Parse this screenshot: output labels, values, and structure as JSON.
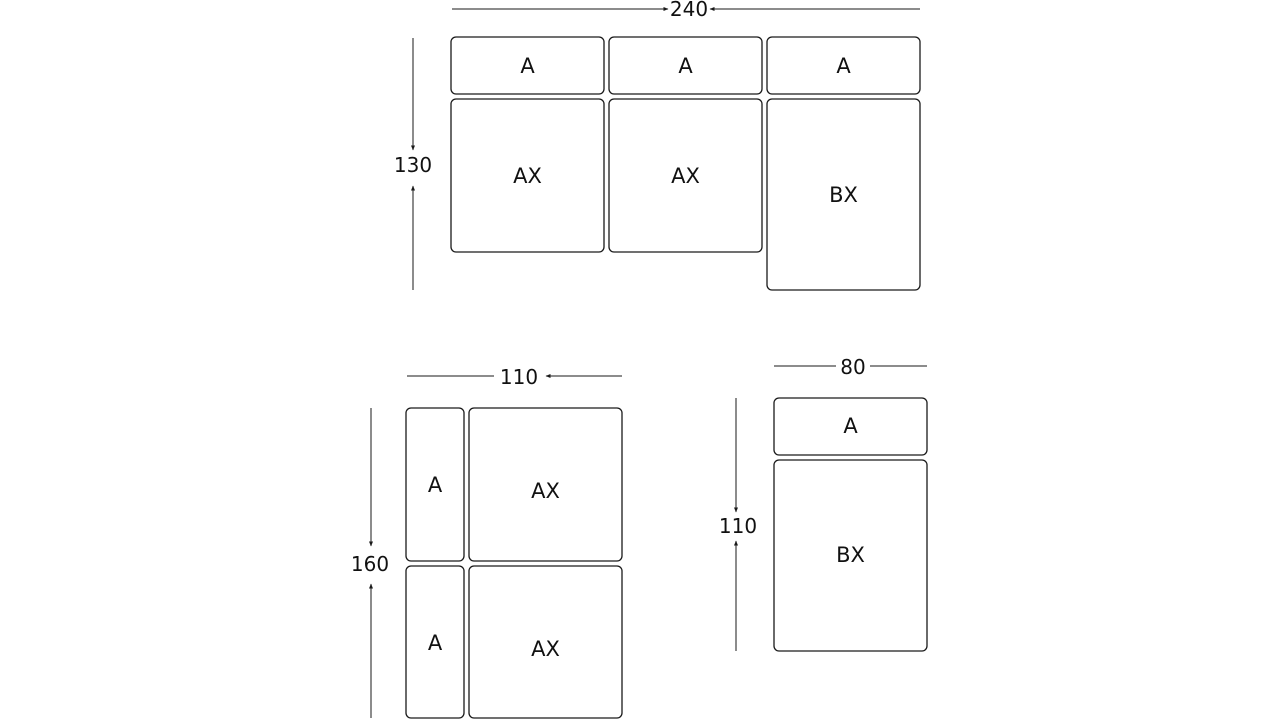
{
  "diagrams": [
    {
      "width_label": "240",
      "height_label": "130",
      "modules": [
        "A",
        "A",
        "A",
        "AX",
        "AX",
        "BX"
      ]
    },
    {
      "width_label": "110",
      "height_label": "160",
      "modules": [
        "A",
        "AX",
        "A",
        "AX"
      ]
    },
    {
      "width_label": "80",
      "height_label": "110",
      "modules": [
        "A",
        "BX"
      ]
    }
  ]
}
